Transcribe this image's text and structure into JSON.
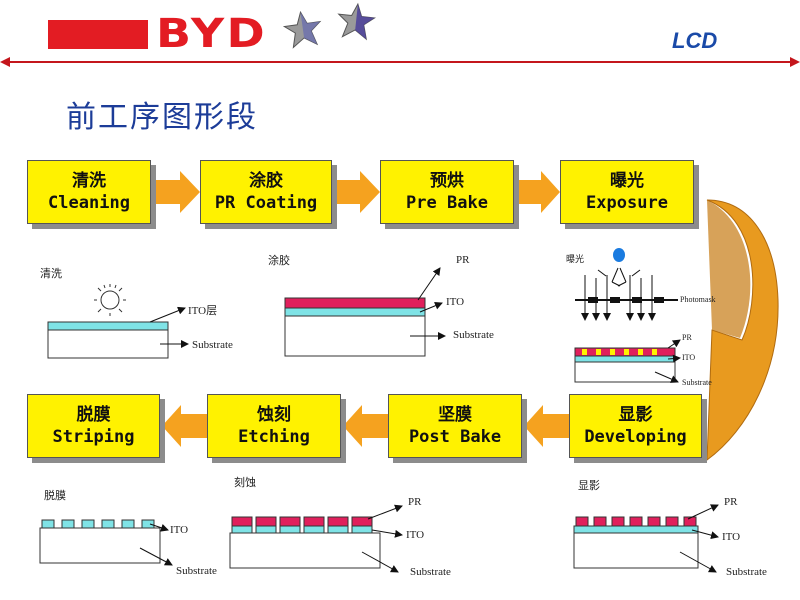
{
  "header": {
    "brand_logo_text": "BYD",
    "product_label": "LCD",
    "title": "前工序图形段",
    "colors": {
      "brand_red": "#e31c23",
      "title_blue": "#1c3c98",
      "step_fill": "#fff200",
      "arrow_orange": "#f5a21f",
      "pr_magenta": "#e0205c",
      "ito_cyan": "#7fe3e6"
    }
  },
  "steps": [
    {
      "zh": "清洗",
      "en": "Cleaning"
    },
    {
      "zh": "涂胶",
      "en": "PR Coating"
    },
    {
      "zh": "预烘",
      "en": "Pre Bake"
    },
    {
      "zh": "曝光",
      "en": "Exposure"
    },
    {
      "zh": "脱膜",
      "en": "Striping"
    },
    {
      "zh": "蚀刻",
      "en": "Etching"
    },
    {
      "zh": "坚膜",
      "en": "Post Bake"
    },
    {
      "zh": "显影",
      "en": "Developing"
    }
  ],
  "illustrations": {
    "cleaning": {
      "title": "清洗",
      "ito": "ITO层",
      "substrate": "Substrate"
    },
    "coating": {
      "title": "涂胶",
      "pr": "PR",
      "ito": "ITO",
      "substrate": "Substrate"
    },
    "exposure": {
      "title": "曝光",
      "photomask": "Photomask",
      "pr": "PR",
      "ito": "ITO",
      "substrate": "Substrate"
    },
    "striping": {
      "title": "脱膜",
      "ito": "ITO",
      "substrate": "Substrate"
    },
    "etching": {
      "title": "刻蚀",
      "pr": "PR",
      "ito": "ITO",
      "substrate": "Substrate"
    },
    "developing": {
      "title": "显影",
      "pr": "PR",
      "ito": "ITO",
      "substrate": "Substrate"
    }
  }
}
